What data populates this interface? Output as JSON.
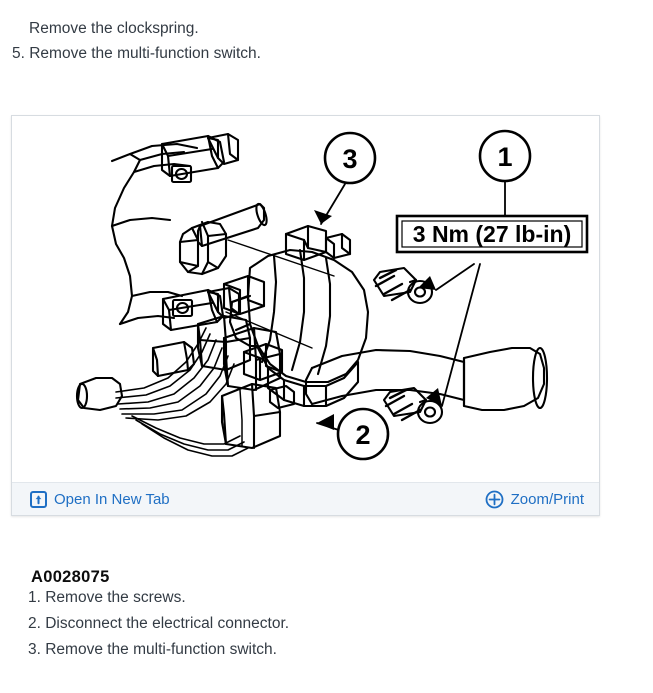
{
  "top_text": {
    "lines": [
      "Remove the clockspring.",
      "5. Remove the multi-function switch."
    ]
  },
  "figure": {
    "image_id": "A0028075",
    "torque_label": "3 Nm (27 lb-in)",
    "callouts": [
      {
        "number": "1",
        "points_to": "screws"
      },
      {
        "number": "2",
        "points_to": "electrical connector"
      },
      {
        "number": "3",
        "points_to": "multi-function switch"
      }
    ],
    "footer": {
      "open_new_tab_label": "Open In New Tab",
      "open_new_tab_icon": "open-in-new-tab-icon",
      "zoom_print_label": "Zoom/Print",
      "zoom_print_icon": "circle-plus-icon",
      "link_color": "#1f6fc4"
    }
  },
  "bottom_list": {
    "items": [
      "1. Remove the screws.",
      "2. Disconnect the electrical connector.",
      "3. Remove the multi-function switch."
    ]
  }
}
